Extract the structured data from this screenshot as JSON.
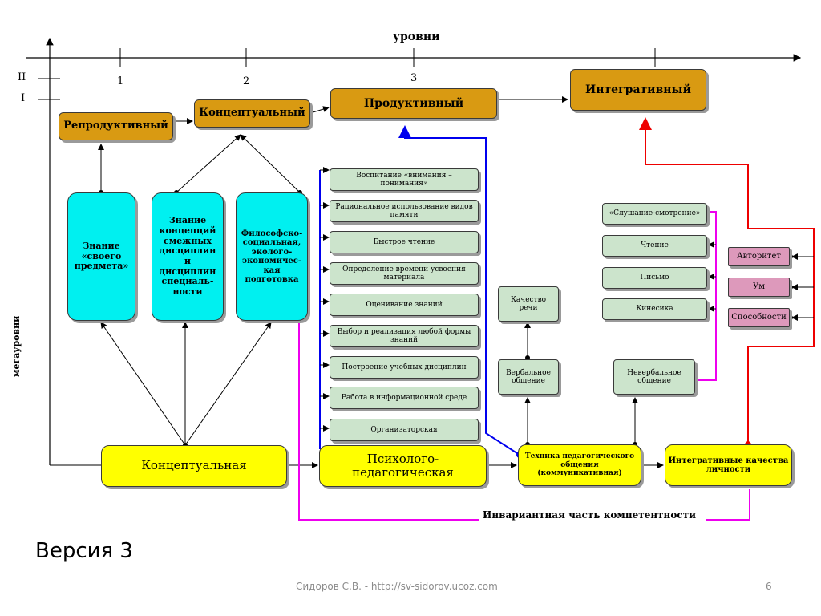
{
  "axis": {
    "horizontal_label": "уровни",
    "vertical_label": "мегауровни",
    "ticks": [
      "1",
      "2",
      "3"
    ],
    "levels": [
      "II",
      "I"
    ]
  },
  "top_row": {
    "reproductive": "Репродуктивный",
    "conceptual": "Концептуальный",
    "productive": "Продуктивный",
    "integrative": "Интегративный"
  },
  "cyan_boxes": [
    "Знание «своего предмета»",
    "Знание концепций смежных дисциплин и дисциплин специаль-ности",
    "Философско-социальная, эколого-экономичес-кая подготовка"
  ],
  "green_list": [
    "Воспитание «внимания – понимания»",
    "Рациональное использование видов памяти",
    "Быстрое чтение",
    "Определение времени усвоения материала",
    "Оценивание знаний",
    "Выбор и реализация любой формы знаний",
    "Построение учебных дисциплин",
    "Работа в информационной среде",
    "Организаторская"
  ],
  "communication": {
    "speech_quality": "Качество речи",
    "verbal": "Вербальное общение",
    "nonverbal": "Невербальное общение",
    "nonverbal_items": [
      "«Слушание-смотрение»",
      "Чтение",
      "Письмо",
      "Кинесика"
    ]
  },
  "qualities": [
    "Авторитет",
    "Ум",
    "Способности"
  ],
  "bottom_row": {
    "conceptual": "Концептуальная",
    "psych_ped": "Психолого-педагогическая",
    "technique": "Техника педагогического общения (коммуникативная)",
    "integrative_qualities": "Интегративные качества личности"
  },
  "invariant_label": "Инвариантная часть компетентности",
  "version_title": "Версия 3",
  "footer": {
    "author": "Сидоров С.В. - http://sv-sidorov.ucoz.com",
    "page": "6"
  },
  "colors": {
    "orange": "#d99a12",
    "cyan": "#00f0f0",
    "green": "#cce4cc",
    "yellow": "#ffff00",
    "pink": "#dd99bb",
    "blue_line": "#0000ee",
    "red_line": "#ee0000",
    "magenta_line": "#ee00ee"
  }
}
